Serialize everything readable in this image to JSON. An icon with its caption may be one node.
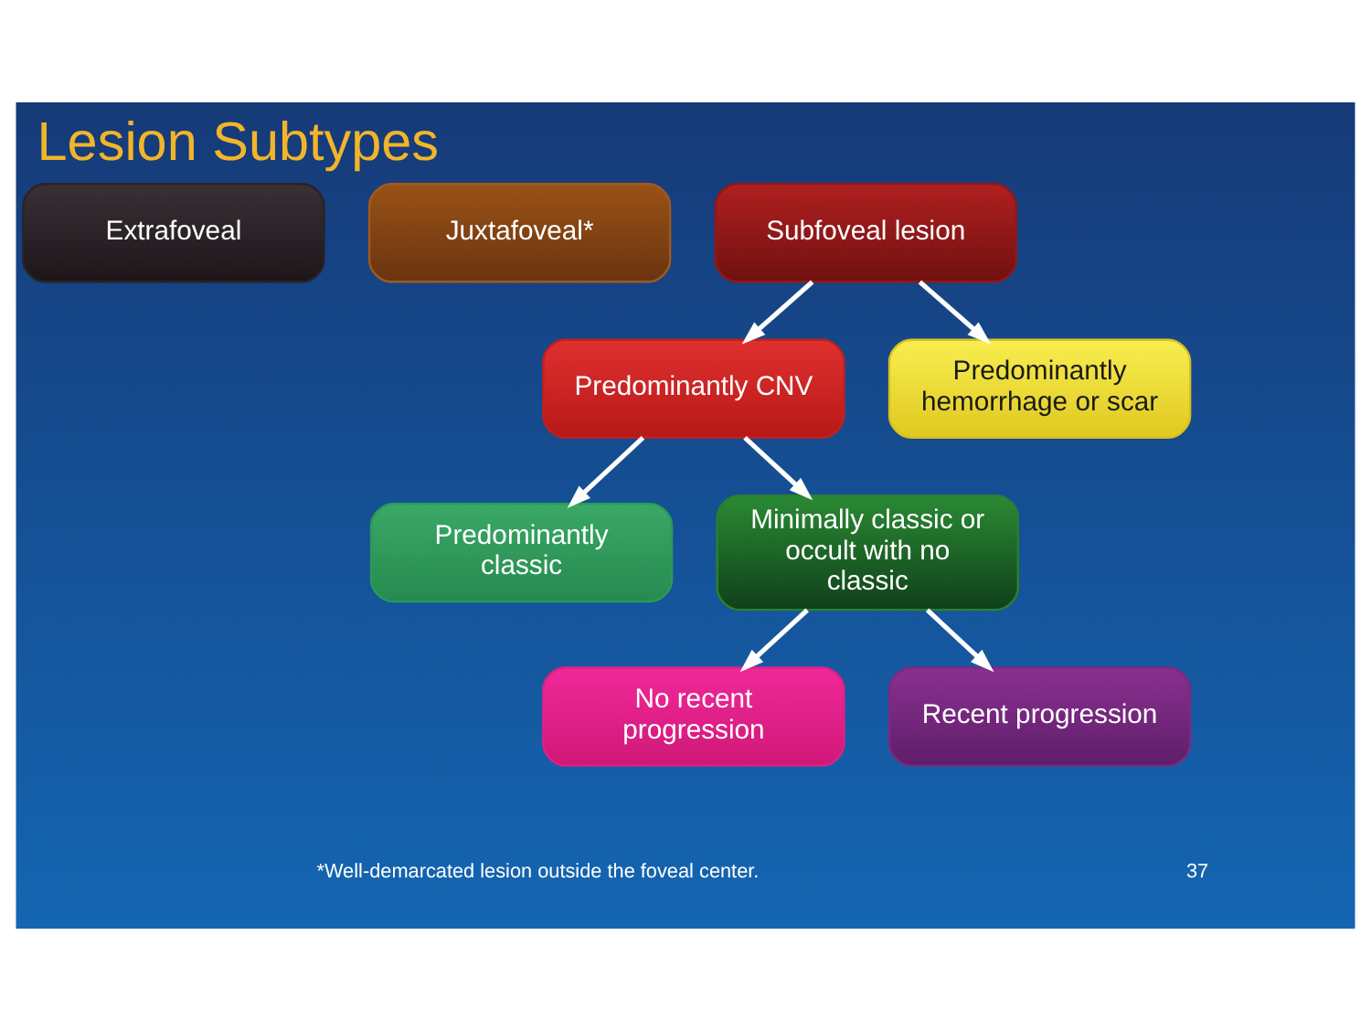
{
  "diagram": {
    "title": "Lesion Subtypes",
    "nodes": [
      {
        "text": [
          "Extrafoveal"
        ]
      },
      {
        "text": [
          "Juxtafoveal*"
        ]
      },
      {
        "text": [
          "Subfoveal lesion"
        ]
      },
      {
        "text": [
          "Predominantly CNV"
        ]
      },
      {
        "text": [
          "Predominantly hemorrhage or scar"
        ]
      },
      {
        "text": [
          "Predominantly classic"
        ]
      },
      {
        "text": [
          "Minimally classic or occult with no classic"
        ]
      },
      {
        "text": [
          "No recent progression"
        ]
      },
      {
        "text": [
          "Recent progression"
        ]
      }
    ],
    "edges": [
      {
        "from": 2,
        "to": 3,
        "arrow": "to"
      },
      {
        "from": 2,
        "to": 4,
        "arrow": "to"
      },
      {
        "from": 3,
        "to": 5,
        "arrow": "to"
      },
      {
        "from": 3,
        "to": 6,
        "arrow": "to"
      },
      {
        "from": 6,
        "to": 7,
        "arrow": "to"
      },
      {
        "from": 6,
        "to": 8,
        "arrow": "to"
      }
    ],
    "labels": [
      "*Well-demarcated lesion outside the foveal center.",
      "37"
    ]
  }
}
